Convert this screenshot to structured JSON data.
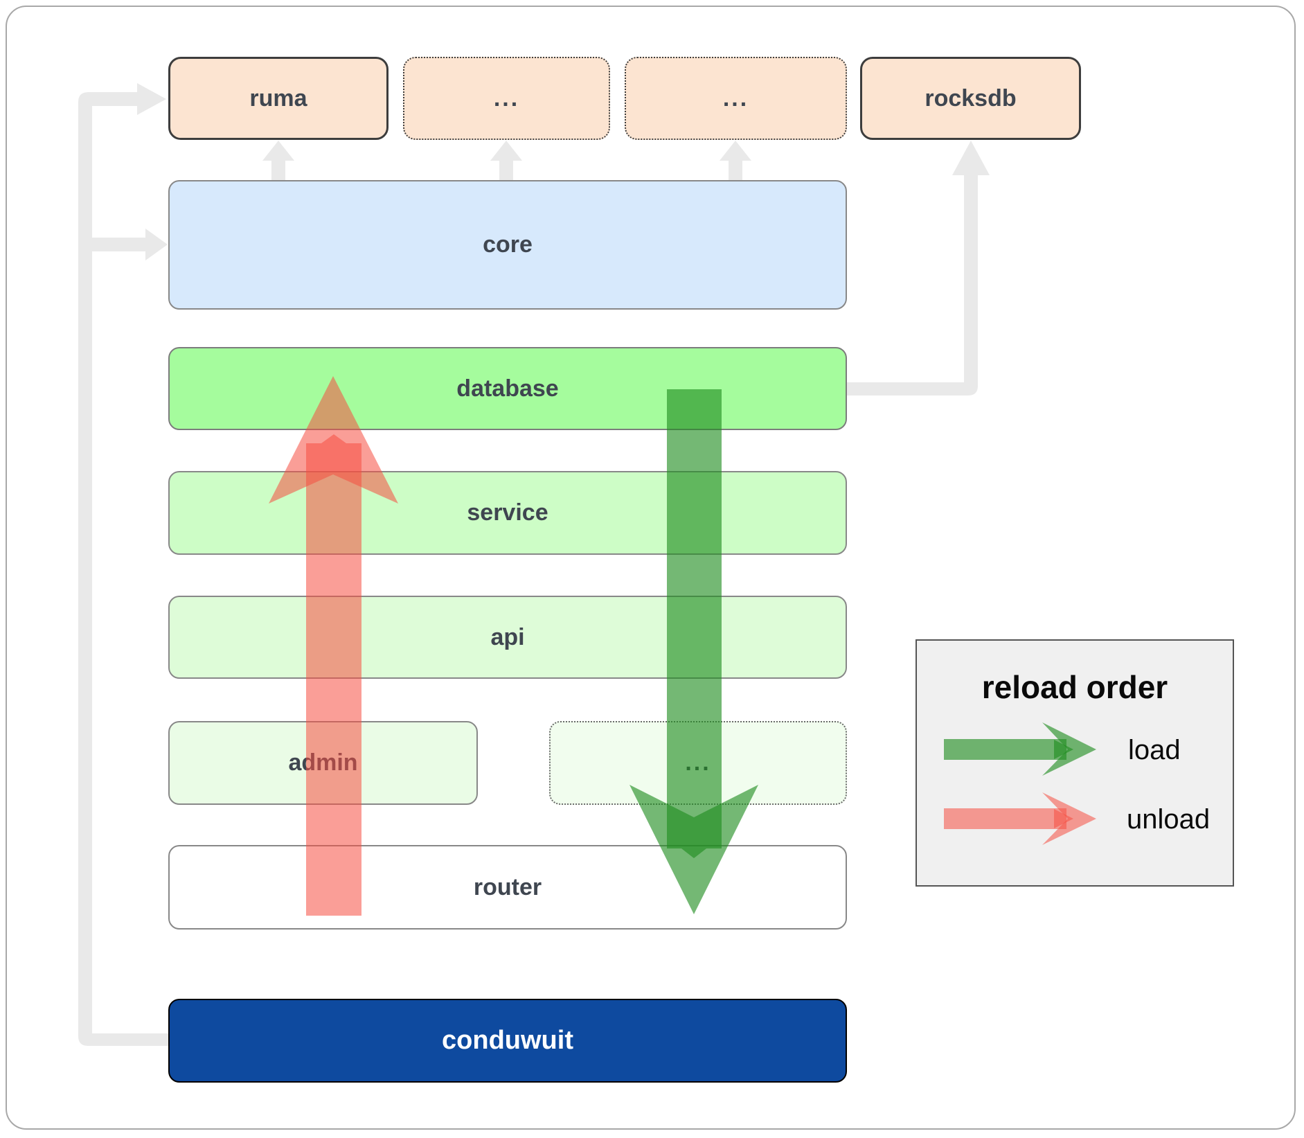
{
  "boxes": {
    "ruma": {
      "label": "ruma"
    },
    "ellipsis1": {
      "label": "..."
    },
    "ellipsis2": {
      "label": "..."
    },
    "rocksdb": {
      "label": "rocksdb"
    },
    "core": {
      "label": "core"
    },
    "database": {
      "label": "database"
    },
    "service": {
      "label": "service"
    },
    "api": {
      "label": "api"
    },
    "admin": {
      "label": "admin"
    },
    "admin_ellipsis": {
      "label": "..."
    },
    "router": {
      "label": "router"
    },
    "conduwuit": {
      "label": "conduwuit"
    }
  },
  "legend": {
    "title": "reload order",
    "load_label": "load",
    "unload_label": "unload"
  },
  "colors": {
    "load_arrow_green": "#1e8c1e",
    "unload_arrow_red": "#f64e42",
    "connector_gray": "#e9e9e9",
    "crate_peach_bg": "#fce4d1",
    "core_blue_bg": "#d7e9fc",
    "database_green_bg": "#a5fc9d",
    "service_green_bg": "#cdfdc6",
    "api_green_bg": "#defcd8",
    "admin_green_bg": "#eafce6",
    "admin_ellipsis_bg": "#f1fdee",
    "router_bg": "#ffffff",
    "conduwuit_navy_bg": "#0e4a9f",
    "legend_bg": "#f0f0f0"
  }
}
